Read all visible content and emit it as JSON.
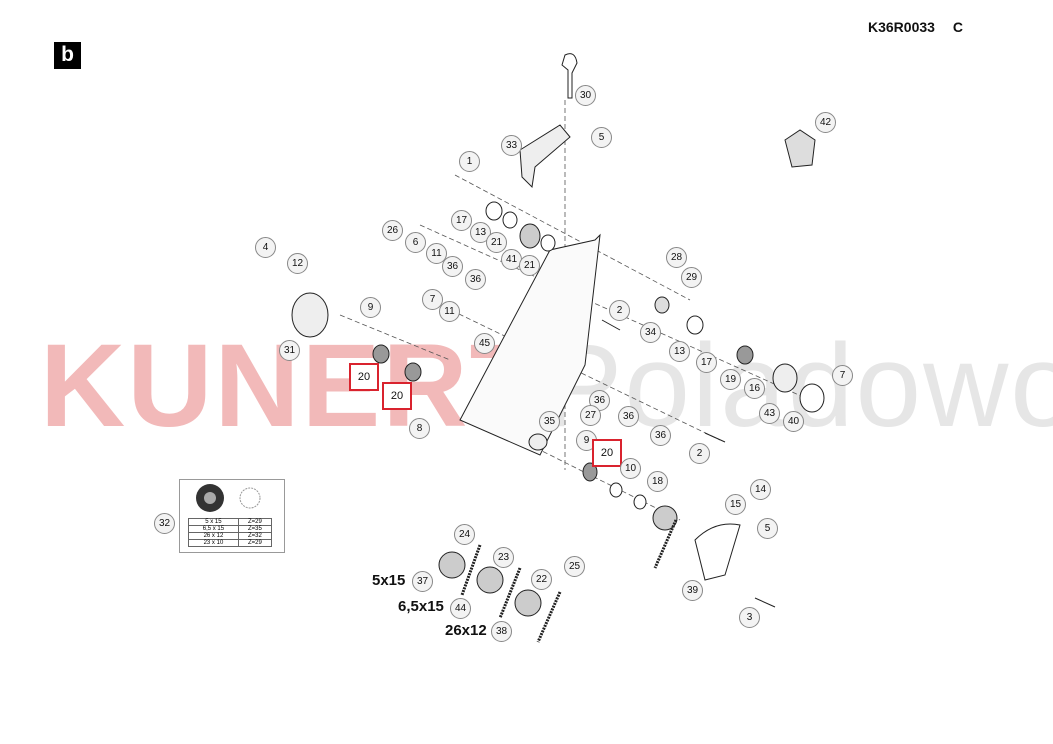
{
  "header": {
    "badge": "b",
    "doc_code": "K36R0033   C"
  },
  "watermark": {
    "brand": "KUNERT",
    "place": "Poladowo"
  },
  "size_labels": [
    "5x15",
    "6,5x15",
    "26x12"
  ],
  "table_32": {
    "rows": [
      [
        "5 x 15",
        "Z=29"
      ],
      [
        "6,5 x 15",
        "Z=35"
      ],
      [
        "26 x 12",
        "Z=32"
      ],
      [
        "23 x 10",
        "Z=29"
      ]
    ]
  },
  "callouts": [
    "30",
    "33",
    "5",
    "42",
    "1",
    "26",
    "6",
    "17",
    "13",
    "21",
    "11",
    "36",
    "41",
    "21",
    "36",
    "28",
    "29",
    "4",
    "12",
    "7",
    "11",
    "9",
    "2",
    "34",
    "31",
    "45",
    "13",
    "17",
    "19",
    "16",
    "7",
    "43",
    "40",
    "20",
    "20",
    "36",
    "36",
    "27",
    "35",
    "9",
    "36",
    "8",
    "20",
    "2",
    "10",
    "18",
    "14",
    "15",
    "32",
    "5",
    "24",
    "23",
    "25",
    "22",
    "37",
    "44",
    "38",
    "39",
    "3"
  ],
  "highlight_color": "#d9232e"
}
